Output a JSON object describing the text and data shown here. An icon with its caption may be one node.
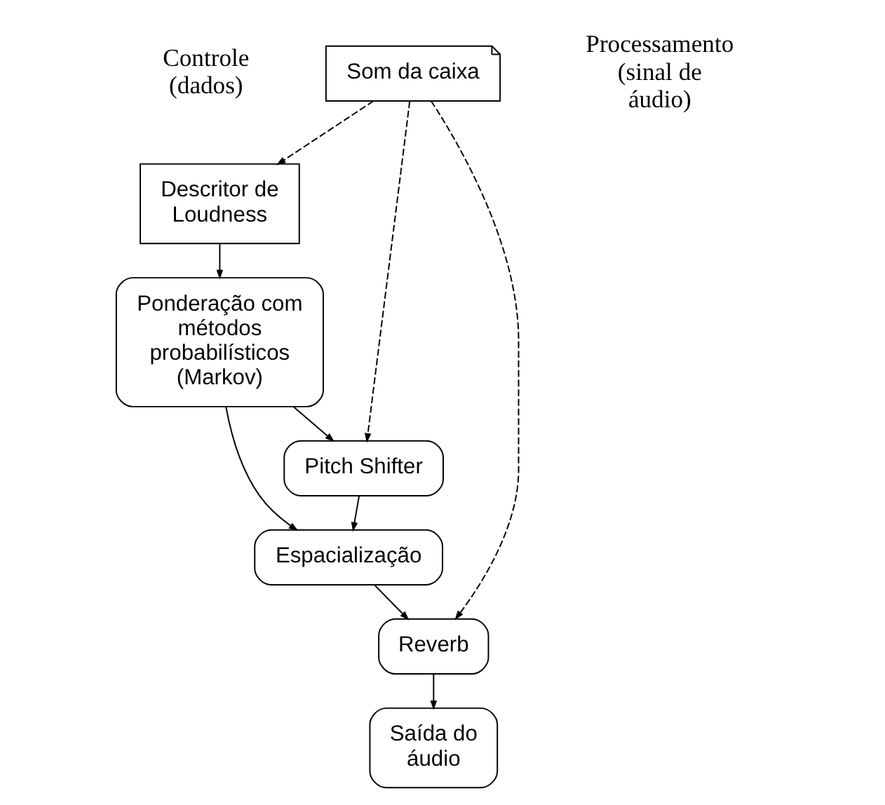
{
  "diagram": {
    "nodes": [
      {
        "text": [
          "Som da caixa"
        ]
      },
      {
        "text": [
          "Descritor de Loudness"
        ]
      },
      {
        "text": [
          "Ponderação com métodos probabilísticos (Markov)"
        ]
      },
      {
        "text": [
          "Pitch Shifter"
        ]
      },
      {
        "text": [
          "Espacialização"
        ]
      },
      {
        "text": [
          "Reverb"
        ]
      },
      {
        "text": [
          "Saída do áudio"
        ]
      }
    ],
    "edges": [
      {
        "from": 0,
        "to": 1,
        "arrow": "to",
        "style": "dashed"
      },
      {
        "from": 0,
        "to": 3,
        "arrow": "to",
        "style": "dashed"
      },
      {
        "from": 0,
        "to": 5,
        "arrow": "to",
        "style": "dashed"
      },
      {
        "from": 1,
        "to": 2,
        "arrow": "to"
      },
      {
        "from": 2,
        "to": 3,
        "arrow": "to"
      },
      {
        "from": 2,
        "to": 4,
        "arrow": "to"
      },
      {
        "from": 3,
        "to": 4,
        "arrow": "to"
      },
      {
        "from": 4,
        "to": 5,
        "arrow": "to"
      },
      {
        "from": 5,
        "to": 6,
        "arrow": "to"
      }
    ],
    "labels": [
      "Controle (dados)",
      "Processamento (sinal de áudio)"
    ]
  }
}
